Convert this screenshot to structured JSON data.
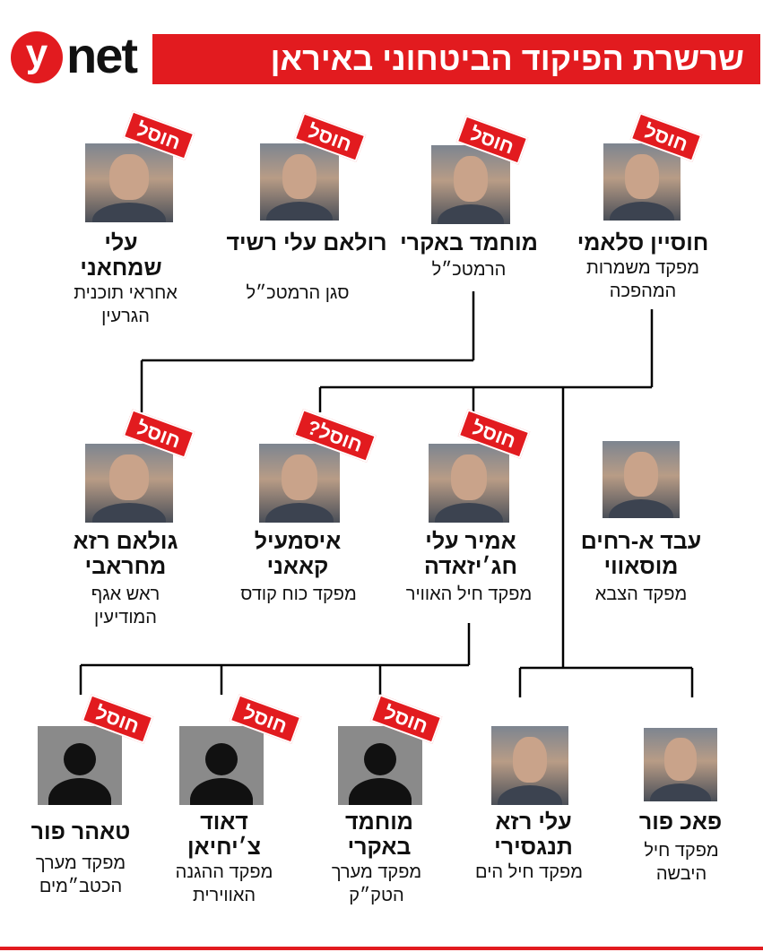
{
  "brand": {
    "logo_y": "y",
    "logo_net": "net"
  },
  "title": "שרשרת הפיקוד הביטחוני באיראן",
  "colors": {
    "accent": "#e21b1f",
    "line": "#000000"
  },
  "people": [
    {
      "id": "salami",
      "name": "חוסיין סלאמי",
      "role": "מפקד משמרות המהפכה",
      "badge": "חוסל"
    },
    {
      "id": "bagheri",
      "name": "מוחמד באקרי",
      "role": "הרמטכ״ל",
      "badge": "חוסל"
    },
    {
      "id": "rashid",
      "name": "רולאם עלי רשיד",
      "role": "סגן הרמטכ״ל",
      "badge": "חוסל"
    },
    {
      "id": "shamkhani",
      "name": "עלי שמחאני",
      "role": "אחראי תוכנית הגרעין",
      "badge": "חוסל"
    },
    {
      "id": "mousavi",
      "name": "עבד א-רחים מוסאווי",
      "role": "מפקד הצבא",
      "badge": ""
    },
    {
      "id": "hajizadeh",
      "name": "אמיר עלי חג׳יזאדה",
      "role": "מפקד חיל האוויר",
      "badge": "חוסל"
    },
    {
      "id": "qaani",
      "name": "איסמעיל קאאני",
      "role": "מפקד כוח קודס",
      "badge": "חוסל?"
    },
    {
      "id": "rezaei",
      "name": "גולאם רזא מחראבי",
      "role": "ראש אגף המודיעין",
      "badge": "חוסל"
    },
    {
      "id": "pakpour",
      "name": "פאכ פור",
      "role": "מפקד חיל היבשה",
      "badge": ""
    },
    {
      "id": "tangsiri",
      "name": "עלי רזא תנגסירי",
      "role": "מפקד חיל הים",
      "badge": ""
    },
    {
      "id": "bagheri2",
      "name": "מוחמד באקרי",
      "role": "מפקד מערך הטק״ק",
      "badge": "חוסל"
    },
    {
      "id": "davoud",
      "name": "דאוד צ׳יחיאן",
      "role": "מפקד ההגנה האווירית",
      "badge": "חוסל"
    },
    {
      "id": "taher",
      "name": "טאהר פור",
      "role": "מפקד מערך הכטב״מים",
      "badge": "חוסל"
    }
  ]
}
